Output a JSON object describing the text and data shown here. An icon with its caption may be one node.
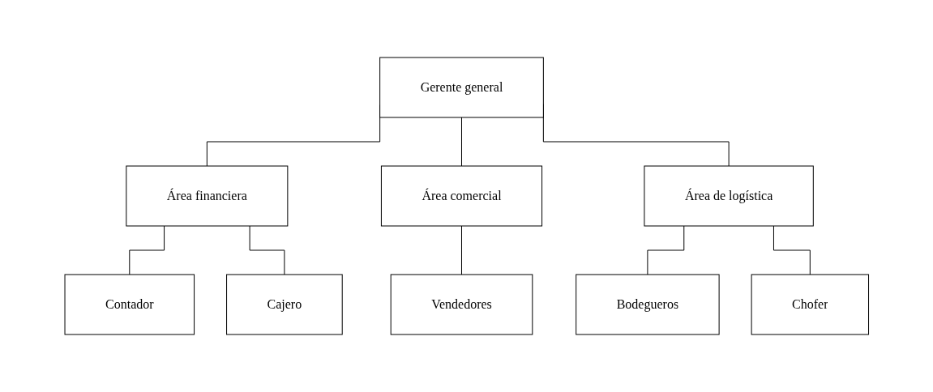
{
  "diagram": {
    "nodes": [
      {
        "text": [
          "Gerente general"
        ]
      },
      {
        "text": [
          "Área financiera"
        ]
      },
      {
        "text": [
          "Área comercial"
        ]
      },
      {
        "text": [
          "Área de logística"
        ]
      },
      {
        "text": [
          "Contador"
        ]
      },
      {
        "text": [
          "Cajero"
        ]
      },
      {
        "text": [
          "Vendedores"
        ]
      },
      {
        "text": [
          "Bodegueros"
        ]
      },
      {
        "text": [
          "Chofer"
        ]
      }
    ],
    "edges": [
      {
        "from": 0,
        "to": 1,
        "arrow": "none"
      },
      {
        "from": 0,
        "to": 2,
        "arrow": "none"
      },
      {
        "from": 0,
        "to": 3,
        "arrow": "none"
      },
      {
        "from": 1,
        "to": 4,
        "arrow": "none"
      },
      {
        "from": 1,
        "to": 5,
        "arrow": "none"
      },
      {
        "from": 2,
        "to": 6,
        "arrow": "none"
      },
      {
        "from": 3,
        "to": 7,
        "arrow": "none"
      },
      {
        "from": 3,
        "to": 8,
        "arrow": "none"
      }
    ]
  }
}
